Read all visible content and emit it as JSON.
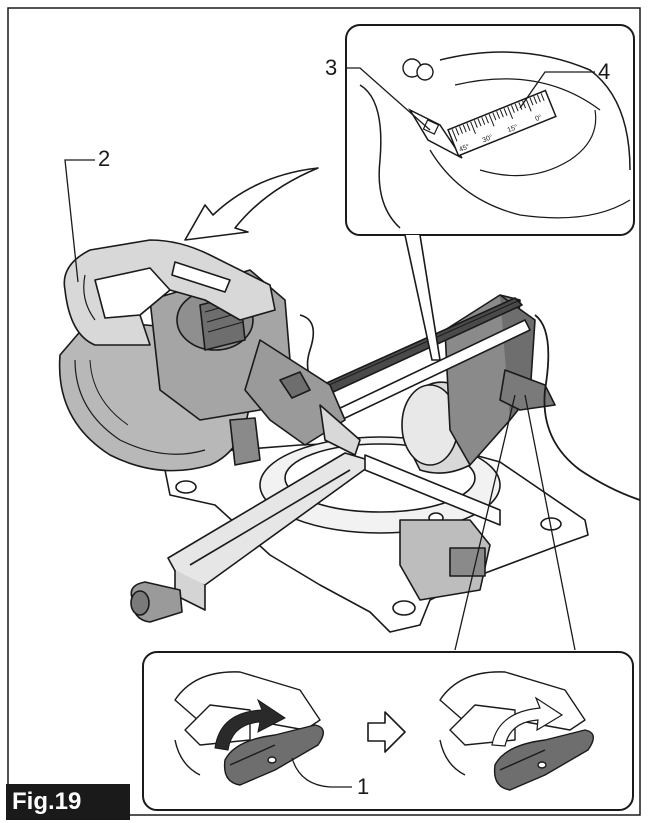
{
  "figure": {
    "label": "Fig.19",
    "callouts": {
      "c1": "1",
      "c2": "2",
      "c3": "3",
      "c4": "4"
    },
    "scale_marks": [
      "45°",
      "30°",
      "15°",
      "0°"
    ],
    "colors": {
      "line": "#1a1a1a",
      "tool_grey": "#bdbdbd",
      "tool_dark": "#8a8a8a",
      "handle_dark": "#6e6e6e",
      "background": "#ffffff"
    },
    "icons": [
      "rotate-arrow-icon",
      "next-step-arrow-icon",
      "lever-rotation-arrow-icon"
    ]
  }
}
